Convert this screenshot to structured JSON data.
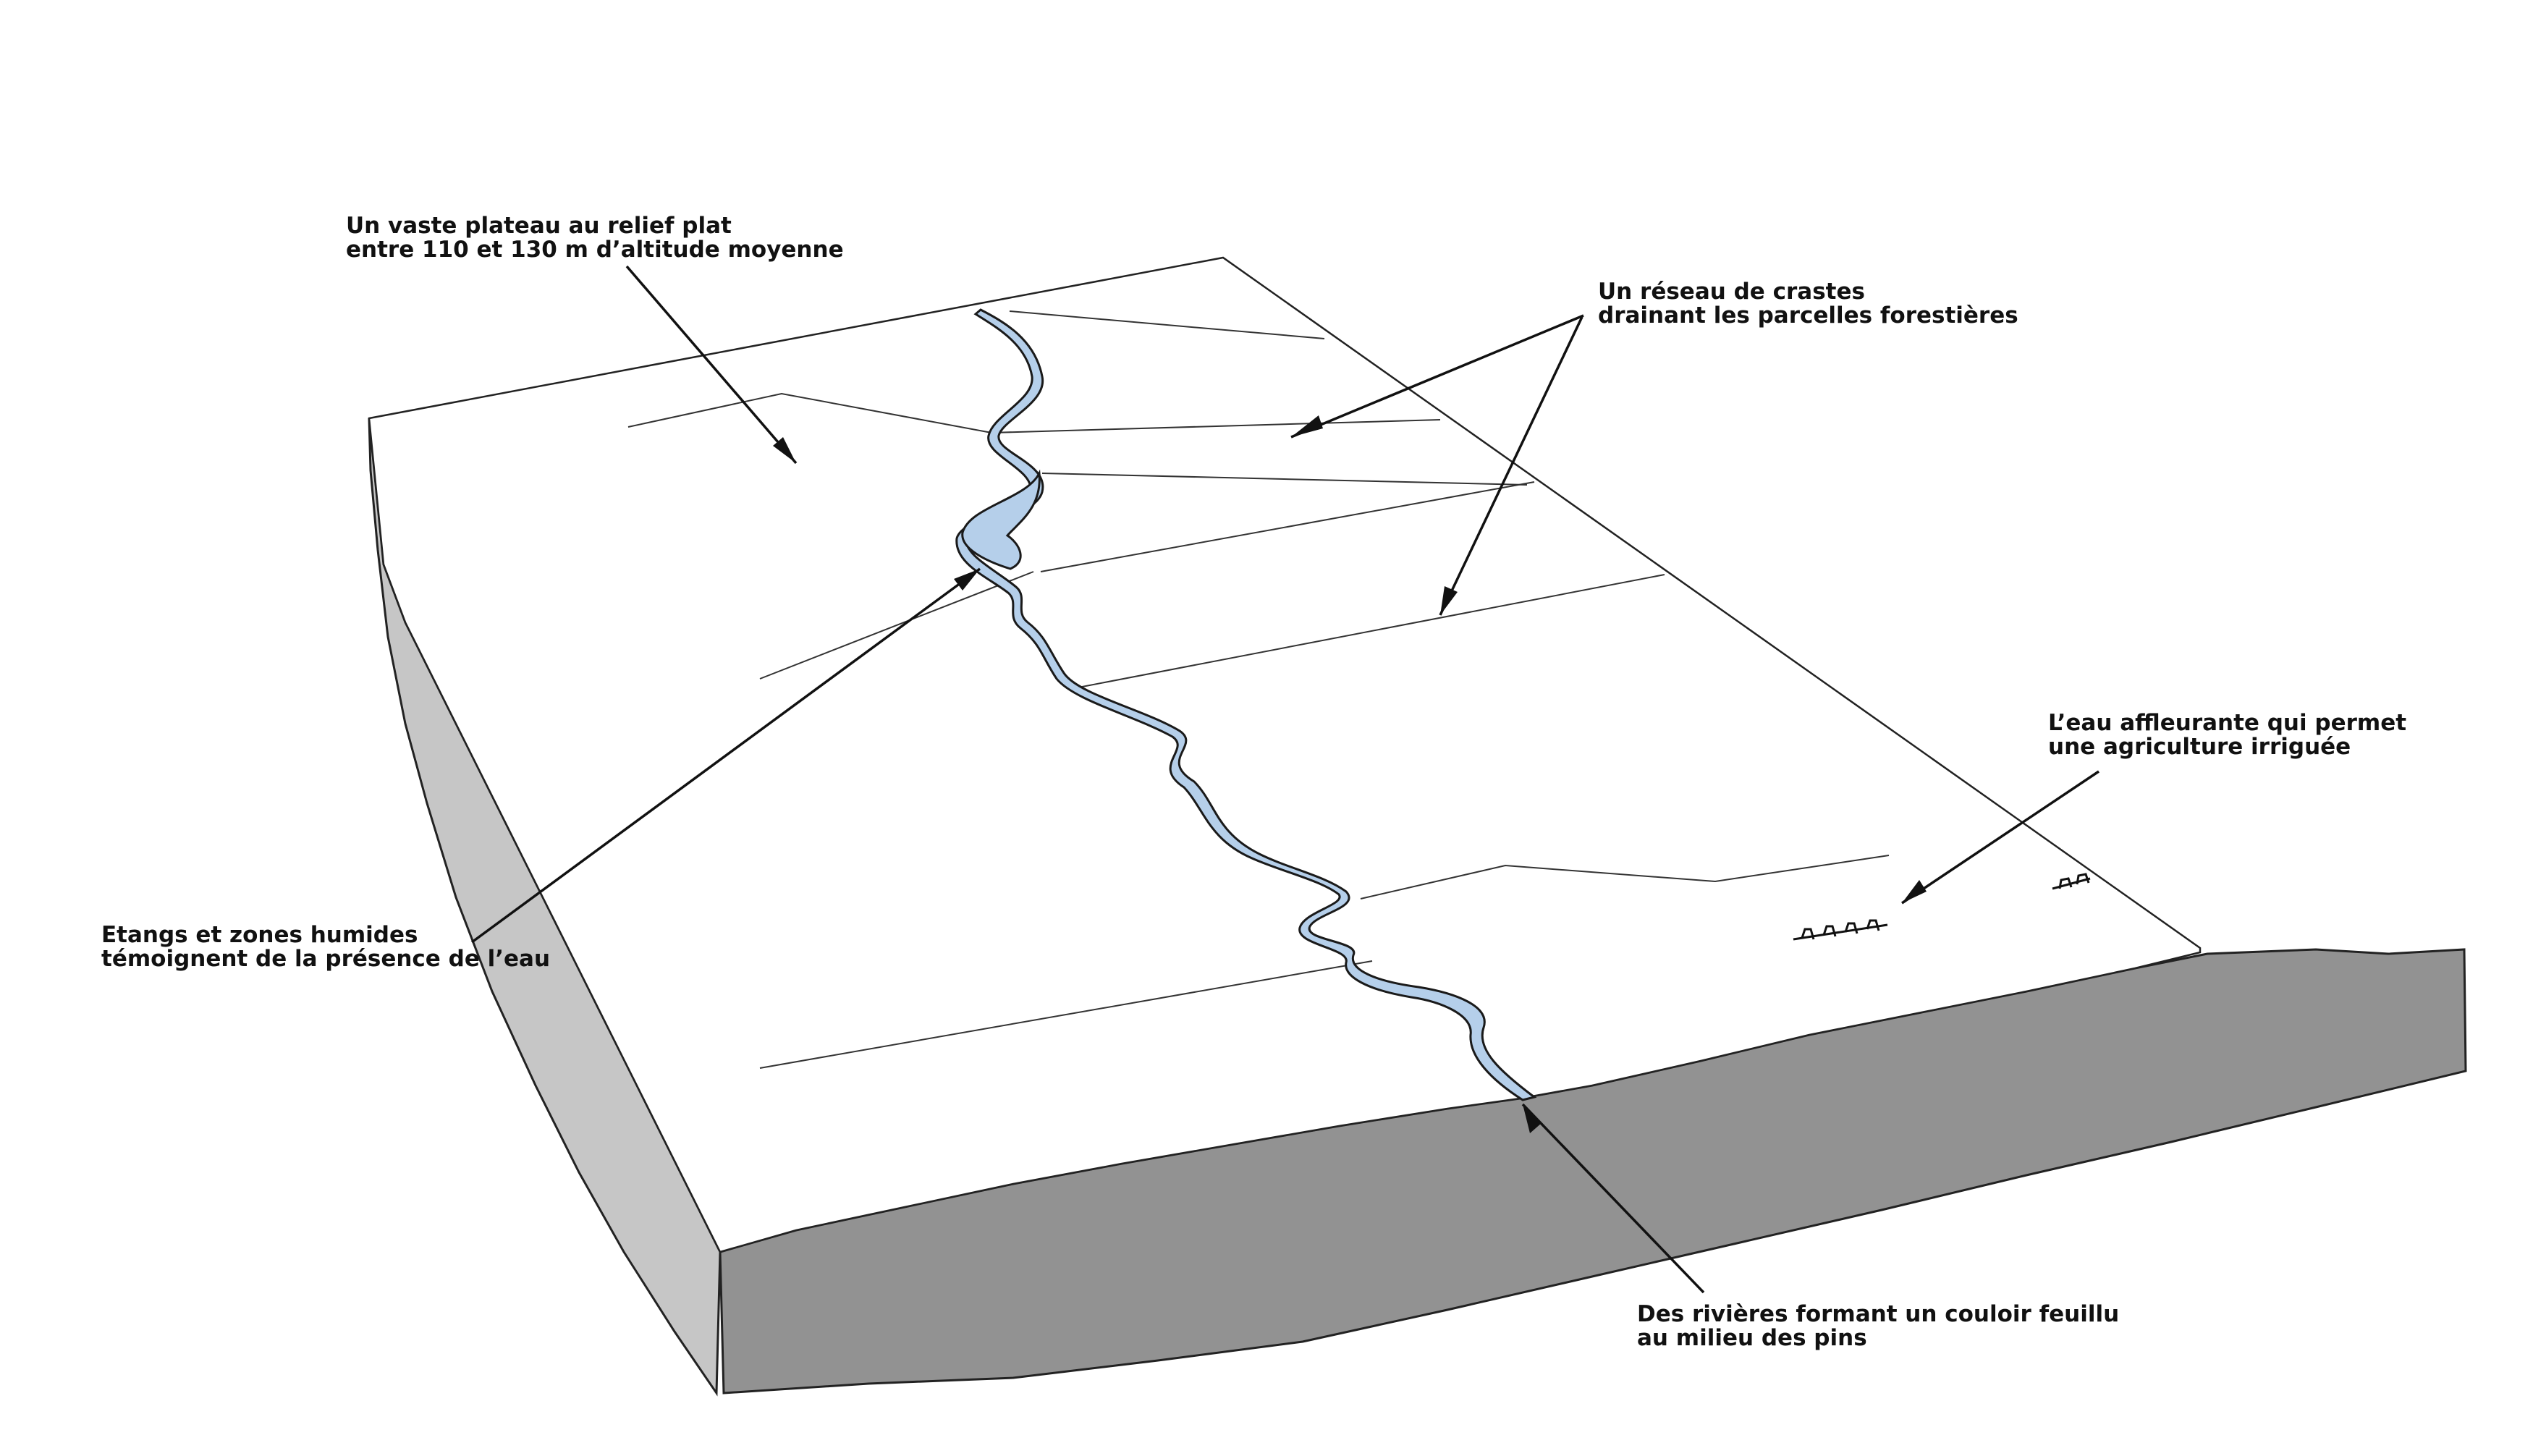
{
  "colors": {
    "top_surface": "#ffffff",
    "left_face": "#c6c6c6",
    "front_face": "#929292",
    "outline": "#222222",
    "water": "#b5cfea",
    "ink": "#111111"
  },
  "annotations": {
    "plateau": {
      "line1": "Un vaste plateau au relief plat",
      "line2": "entre 110 et 130 m d’altitude moyenne"
    },
    "crastes": {
      "line1": "Un réseau de crastes",
      "line2": "drainant les parcelles forestières"
    },
    "eau": {
      "line1": "L’eau affleurante qui permet",
      "line2": "une agriculture irriguée"
    },
    "etangs": {
      "line1": "Etangs et zones humides",
      "line2": "témoignent de la présence de l’eau"
    },
    "rivieres": {
      "line1": "Des rivières formant un couloir feuillu",
      "line2": "au milieu des pins"
    }
  }
}
